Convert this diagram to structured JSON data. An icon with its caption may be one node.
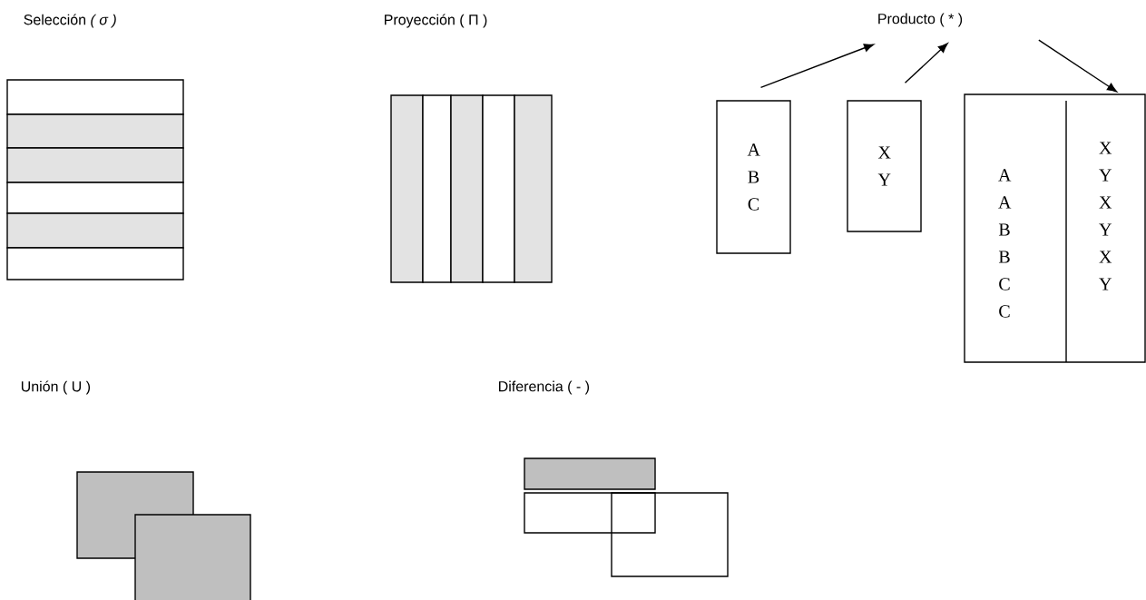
{
  "diagram": {
    "nodes": [
      {
        "text": [
          "Producto ( * )"
        ]
      },
      {
        "text": [
          "A B C"
        ]
      },
      {
        "text": [
          "X Y"
        ]
      },
      {
        "text": [],
        "shape": "box"
      },
      {
        "text": [
          "A A B B C C"
        ],
        "in": 3
      },
      {
        "text": [
          "X Y X Y X Y"
        ],
        "in": 3
      }
    ],
    "edges": [
      {
        "from": 1,
        "to": 0,
        "arrow": "to"
      },
      {
        "from": 2,
        "to": 0,
        "arrow": "to"
      },
      {
        "from": 0,
        "to": 3,
        "arrow": "to"
      }
    ],
    "labels": [
      "Selección *( σ )*",
      "Proyección ( Π )",
      "Unión ( U )",
      "Diferencia ( - )"
    ]
  }
}
